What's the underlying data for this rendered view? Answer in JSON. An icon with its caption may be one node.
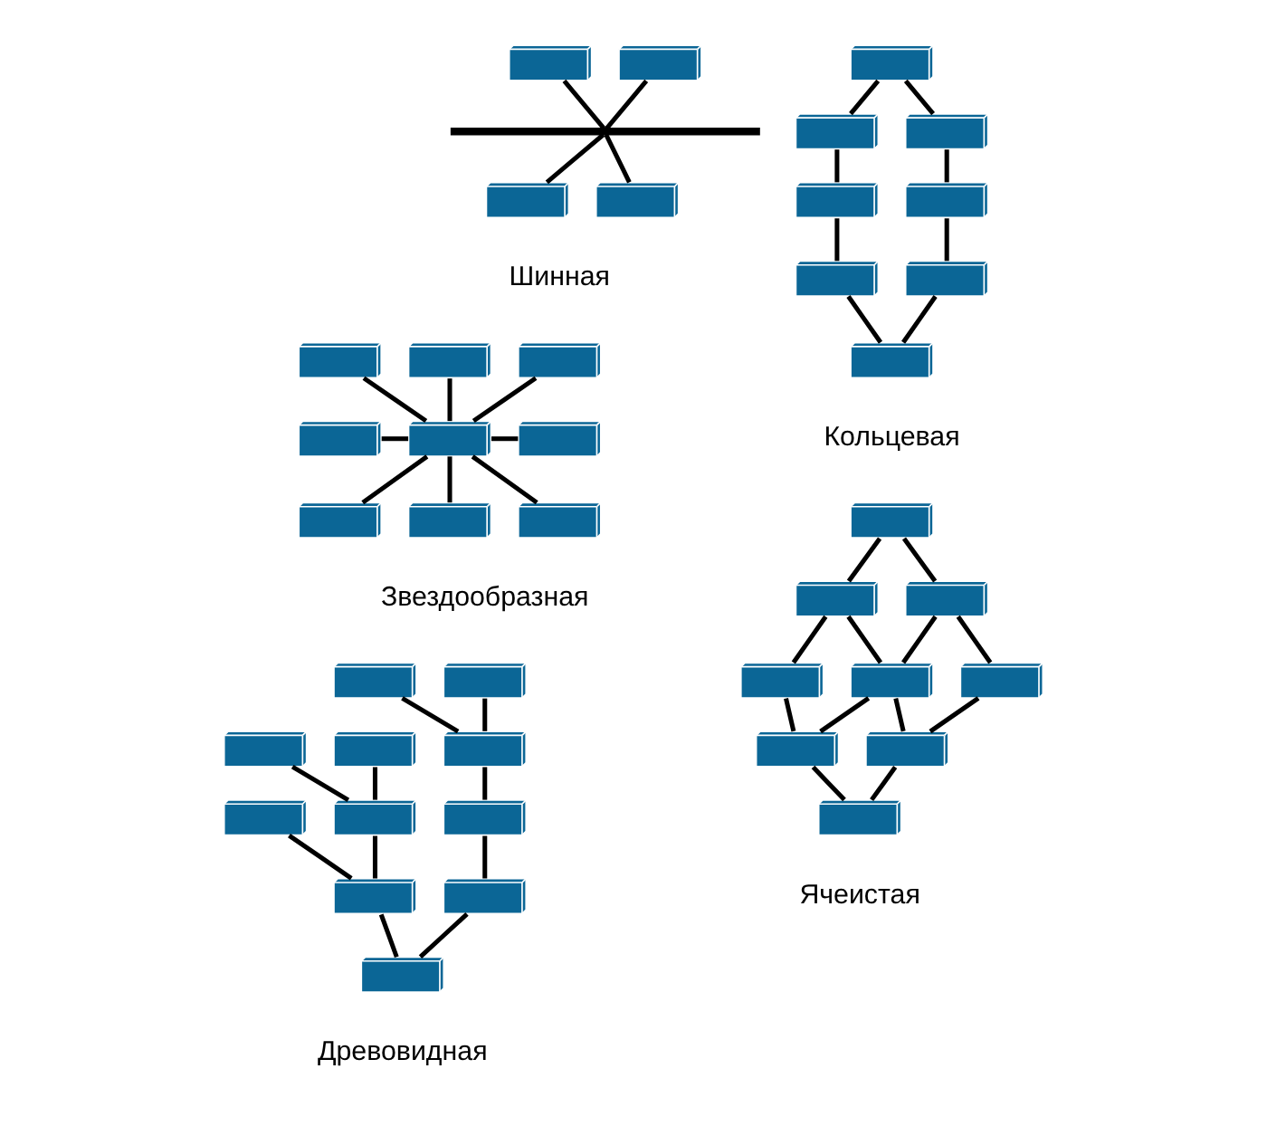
{
  "diagram": {
    "nodes": [
      {
        "text": [],
        "shape": "picture"
      },
      {
        "text": [],
        "shape": "picture"
      },
      {
        "text": [],
        "shape": "bar"
      },
      {
        "text": [],
        "shape": "picture"
      },
      {
        "text": [],
        "shape": "picture"
      },
      {
        "text": [],
        "shape": "picture"
      },
      {
        "text": [],
        "shape": "picture"
      },
      {
        "text": [],
        "shape": "picture"
      },
      {
        "text": [],
        "shape": "picture"
      },
      {
        "text": [],
        "shape": "picture"
      },
      {
        "text": [],
        "shape": "picture"
      },
      {
        "text": [],
        "shape": "picture"
      },
      {
        "text": [],
        "shape": "picture"
      },
      {
        "text": [],
        "shape": "picture"
      },
      {
        "text": [],
        "shape": "picture"
      },
      {
        "text": [],
        "shape": "picture"
      },
      {
        "text": [],
        "shape": "picture"
      },
      {
        "text": [],
        "shape": "picture"
      },
      {
        "text": [],
        "shape": "picture"
      },
      {
        "text": [],
        "shape": "picture"
      },
      {
        "text": [],
        "shape": "picture"
      },
      {
        "text": [],
        "shape": "picture"
      },
      {
        "text": [],
        "shape": "picture"
      },
      {
        "text": [],
        "shape": "picture"
      },
      {
        "text": [],
        "shape": "picture"
      },
      {
        "text": [],
        "shape": "picture"
      },
      {
        "text": [],
        "shape": "picture"
      },
      {
        "text": [],
        "shape": "picture"
      },
      {
        "text": [],
        "shape": "picture"
      },
      {
        "text": [],
        "shape": "picture"
      },
      {
        "text": [],
        "shape": "picture"
      },
      {
        "text": [],
        "shape": "picture"
      },
      {
        "text": [],
        "shape": "picture"
      },
      {
        "text": [],
        "shape": "picture"
      },
      {
        "text": [],
        "shape": "picture"
      },
      {
        "text": [],
        "shape": "picture"
      },
      {
        "text": [],
        "shape": "picture"
      },
      {
        "text": [],
        "shape": "picture"
      },
      {
        "text": [],
        "shape": "picture"
      },
      {
        "text": [],
        "shape": "picture"
      },
      {
        "text": [],
        "shape": "picture"
      },
      {
        "text": [],
        "shape": "picture"
      }
    ],
    "edges": [
      {
        "from": 0,
        "to": 2,
        "arrow": "none"
      },
      {
        "from": 1,
        "to": 2,
        "arrow": "none"
      },
      {
        "from": 2,
        "to": 3,
        "arrow": "none"
      },
      {
        "from": 2,
        "to": 4,
        "arrow": "none"
      },
      {
        "from": 5,
        "to": 7,
        "arrow": "none"
      },
      {
        "from": 7,
        "to": 9,
        "arrow": "none"
      },
      {
        "from": 9,
        "to": 11,
        "arrow": "none"
      },
      {
        "from": 11,
        "to": 12,
        "arrow": "none"
      },
      {
        "from": 10,
        "to": 12,
        "arrow": "none"
      },
      {
        "from": 8,
        "to": 10,
        "arrow": "none"
      },
      {
        "from": 6,
        "to": 8,
        "arrow": "none"
      },
      {
        "from": 5,
        "to": 6,
        "arrow": "none"
      },
      {
        "from": 13,
        "to": 17,
        "arrow": "none"
      },
      {
        "from": 14,
        "to": 17,
        "arrow": "none"
      },
      {
        "from": 15,
        "to": 17,
        "arrow": "none"
      },
      {
        "from": 16,
        "to": 17,
        "arrow": "none"
      },
      {
        "from": 17,
        "to": 18,
        "arrow": "none"
      },
      {
        "from": 17,
        "to": 19,
        "arrow": "none"
      },
      {
        "from": 17,
        "to": 20,
        "arrow": "none"
      },
      {
        "from": 17,
        "to": 21,
        "arrow": "none"
      },
      {
        "from": 22,
        "to": 26,
        "arrow": "none"
      },
      {
        "from": 23,
        "to": 26,
        "arrow": "none"
      },
      {
        "from": 26,
        "to": 29,
        "arrow": "none"
      },
      {
        "from": 29,
        "to": 31,
        "arrow": "none"
      },
      {
        "from": 31,
        "to": 32,
        "arrow": "none"
      },
      {
        "from": 24,
        "to": 27,
        "arrow": "none"
      },
      {
        "from": 25,
        "to": 27,
        "arrow": "none"
      },
      {
        "from": 27,
        "to": 30,
        "arrow": "none"
      },
      {
        "from": 28,
        "to": 30,
        "arrow": "none"
      },
      {
        "from": 30,
        "to": 32,
        "arrow": "none"
      },
      {
        "from": 33,
        "to": 34,
        "arrow": "none"
      },
      {
        "from": 33,
        "to": 35,
        "arrow": "none"
      },
      {
        "from": 34,
        "to": 36,
        "arrow": "none"
      },
      {
        "from": 34,
        "to": 37,
        "arrow": "none"
      },
      {
        "from": 35,
        "to": 37,
        "arrow": "none"
      },
      {
        "from": 35,
        "to": 38,
        "arrow": "none"
      },
      {
        "from": 36,
        "to": 39,
        "arrow": "none"
      },
      {
        "from": 37,
        "to": 39,
        "arrow": "none"
      },
      {
        "from": 37,
        "to": 40,
        "arrow": "none"
      },
      {
        "from": 38,
        "to": 40,
        "arrow": "none"
      },
      {
        "from": 39,
        "to": 41,
        "arrow": "none"
      },
      {
        "from": 40,
        "to": 41,
        "arrow": "none"
      }
    ],
    "labels": [
      "Шинная",
      "Кольцевая",
      "Звездообразная",
      "Ячеистая",
      "Древовидная"
    ]
  }
}
